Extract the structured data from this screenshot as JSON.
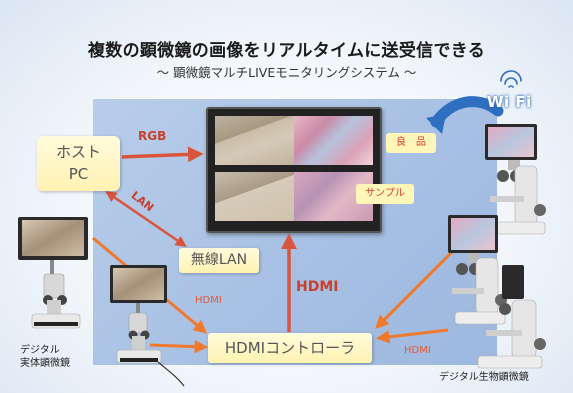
{
  "title": "複数の顕微鏡の画像をリアルタイムに送受信できる",
  "subtitle": "～ 顕微鏡マルチLIVEモニタリングシステム ～",
  "monitor": {
    "label_good": "良　品",
    "label_sample": "サンプル"
  },
  "nodes": {
    "host_pc_line1": "ホスト",
    "host_pc_line2": "PC",
    "wireless_lan": "無線LAN",
    "hdmi_controller": "HDMIコントローラ"
  },
  "connections": {
    "rgb": "RGB",
    "lan": "LAN",
    "hdmi_center": "HDMI",
    "hdmi_left": "HDMI",
    "hdmi_right": "HDMI",
    "wifi": "Wi Fi"
  },
  "captions": {
    "stereo_line1": "デジタル",
    "stereo_line2": "実体顕微鏡",
    "bio": "デジタル生物顕微鏡"
  },
  "colors": {
    "arrow_red": "#d9553c",
    "arrow_orange": "#f0792e",
    "arrow_blue": "#2f6fc1",
    "panel_blue": "#a6bfe3",
    "box_yellow": "#fff2b2"
  },
  "icons": [
    "wifi-icon",
    "stereo-microscope-icon",
    "biological-microscope-icon"
  ]
}
